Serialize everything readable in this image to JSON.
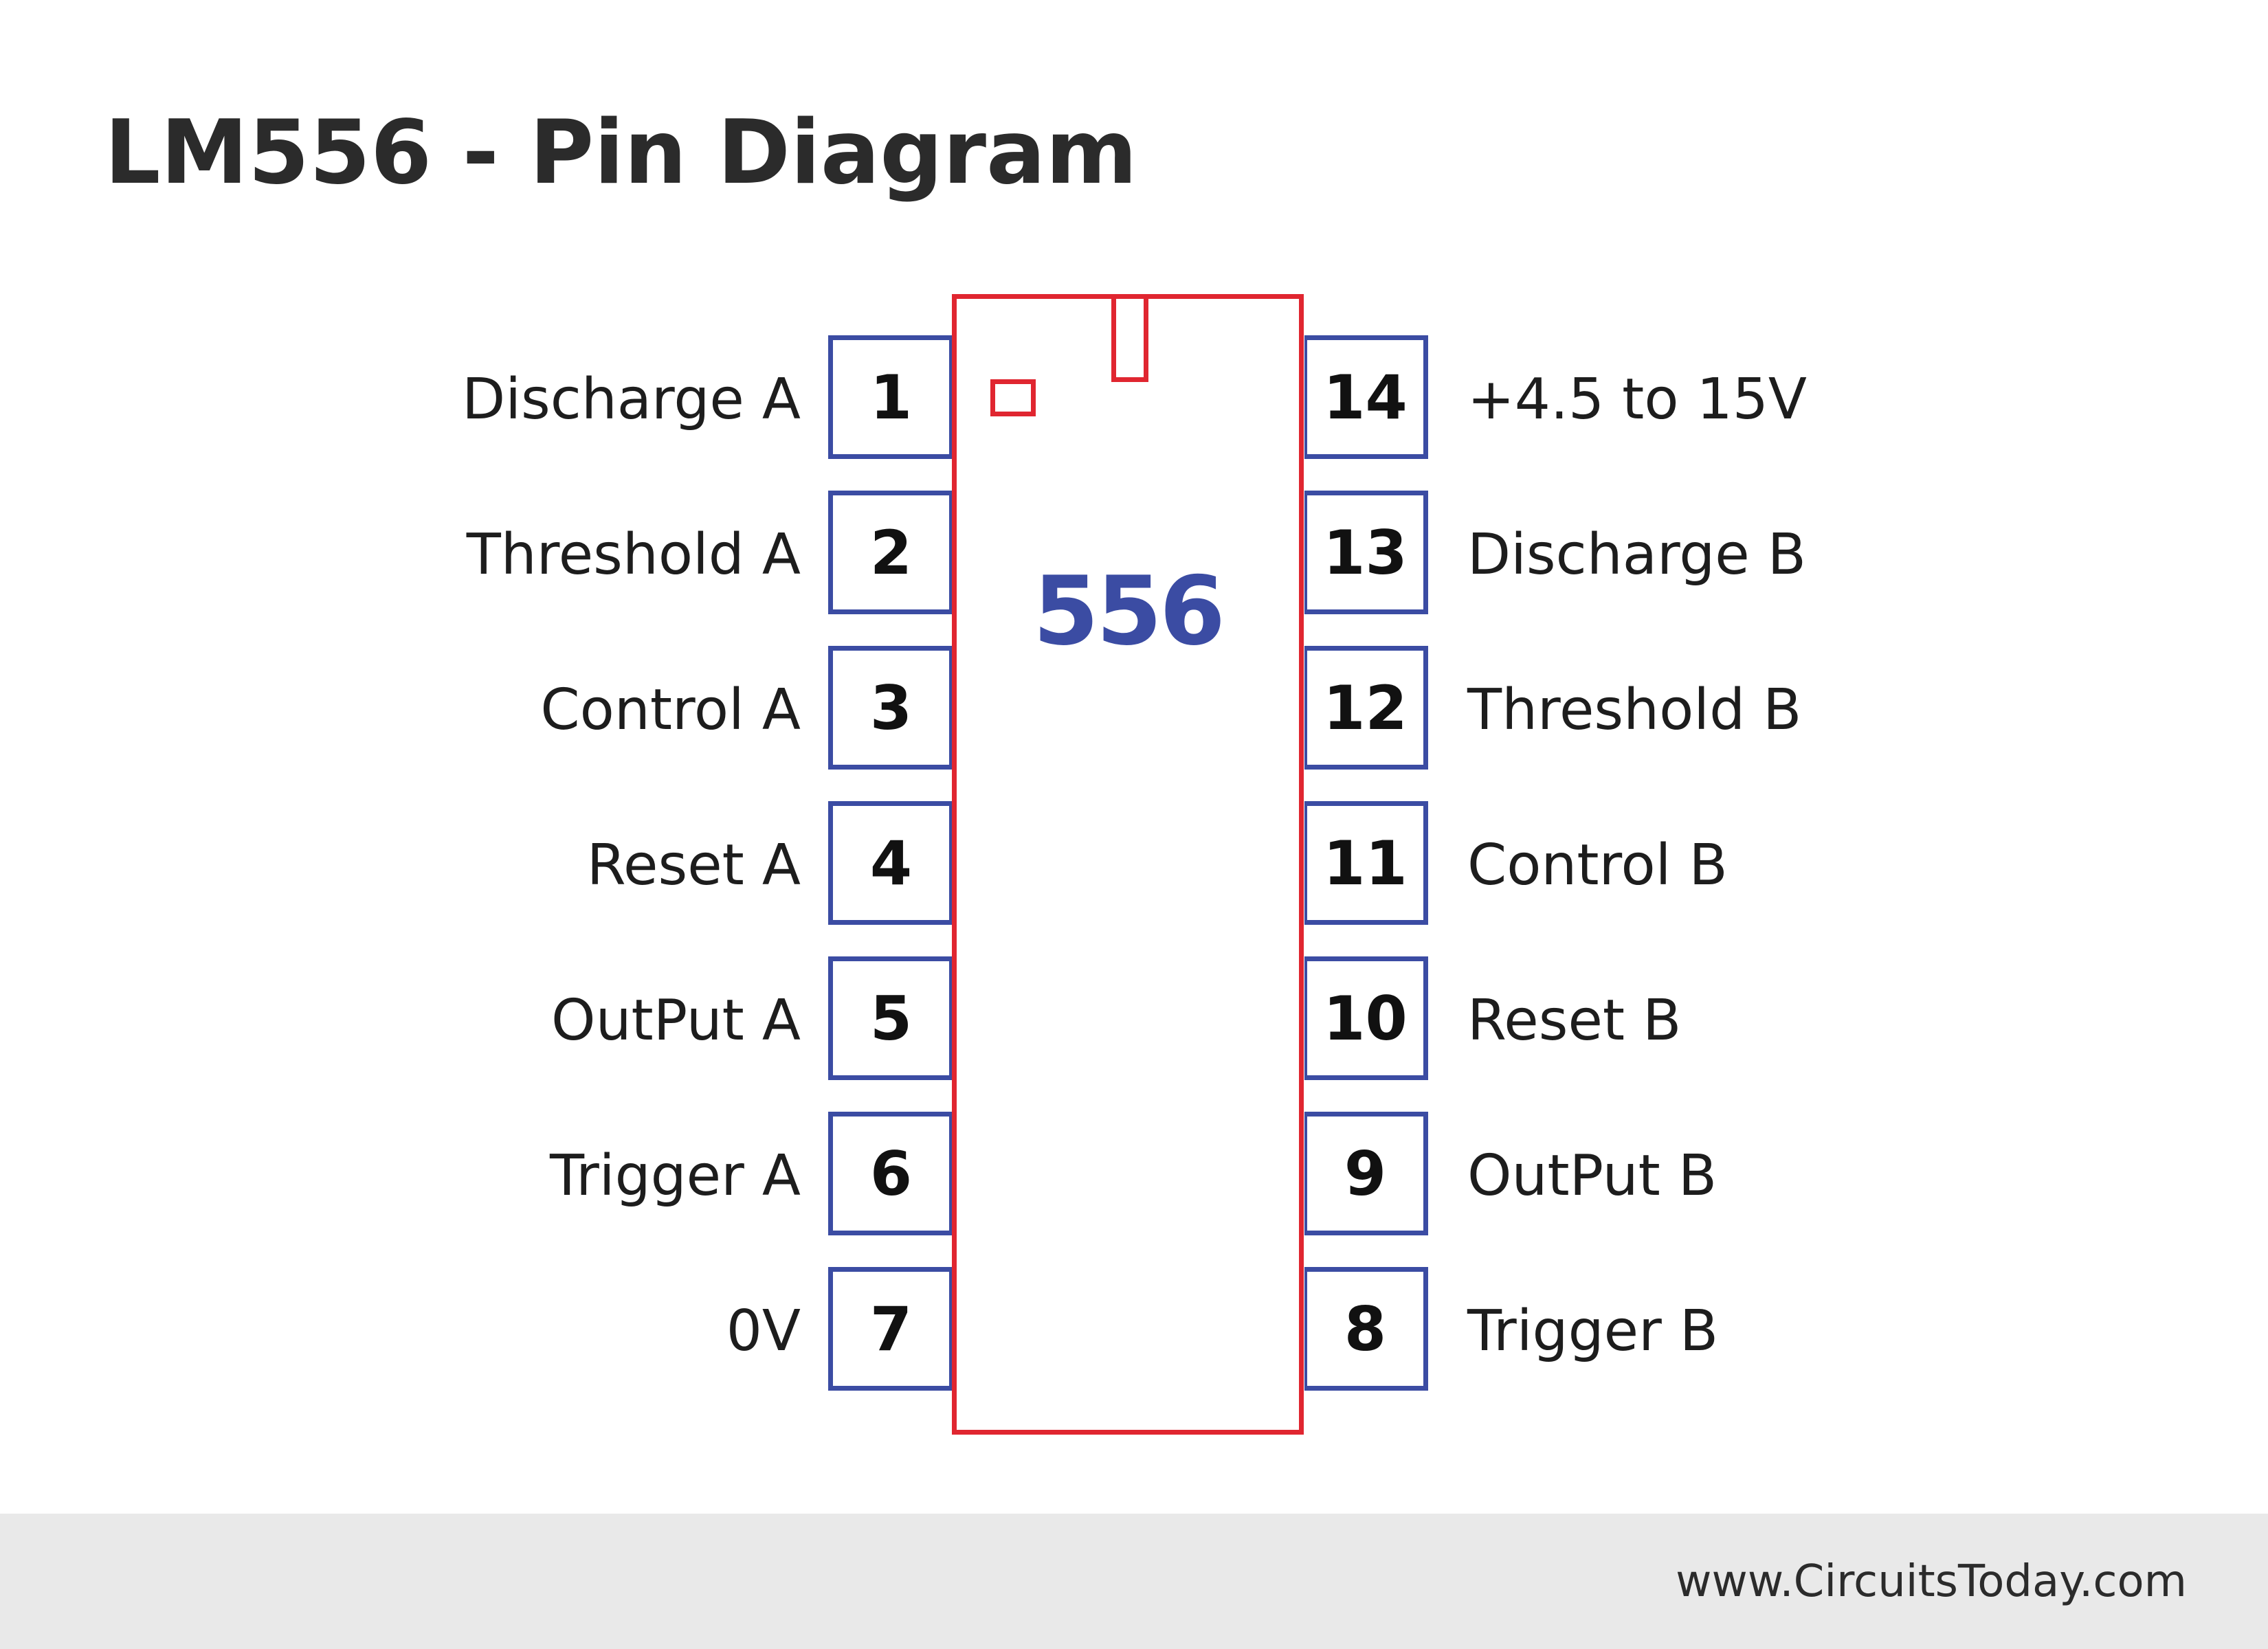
{
  "title": "LM556 - Pin Diagram",
  "chip": {
    "label": "556"
  },
  "pins_left": [
    {
      "number": "1",
      "label": "Discharge A"
    },
    {
      "number": "2",
      "label": "Threshold A"
    },
    {
      "number": "3",
      "label": "Control A"
    },
    {
      "number": "4",
      "label": "Reset A"
    },
    {
      "number": "5",
      "label": "OutPut A"
    },
    {
      "number": "6",
      "label": "Trigger A"
    },
    {
      "number": "7",
      "label": "0V"
    }
  ],
  "pins_right": [
    {
      "number": "14",
      "label": "+4.5 to 15V"
    },
    {
      "number": "13",
      "label": "Discharge B"
    },
    {
      "number": "12",
      "label": "Threshold B"
    },
    {
      "number": "11",
      "label": "Control B"
    },
    {
      "number": "10",
      "label": "Reset B"
    },
    {
      "number": "9",
      "label": "OutPut B"
    },
    {
      "number": "8",
      "label": "Trigger B"
    }
  ],
  "footer": {
    "url": "www.CircuitsToday.com"
  },
  "colors": {
    "chip_outline": "#e02630",
    "pin_outline": "#3b4ca3",
    "chip_label": "#3b4ca3",
    "footer_bg": "#e9e9e9"
  }
}
